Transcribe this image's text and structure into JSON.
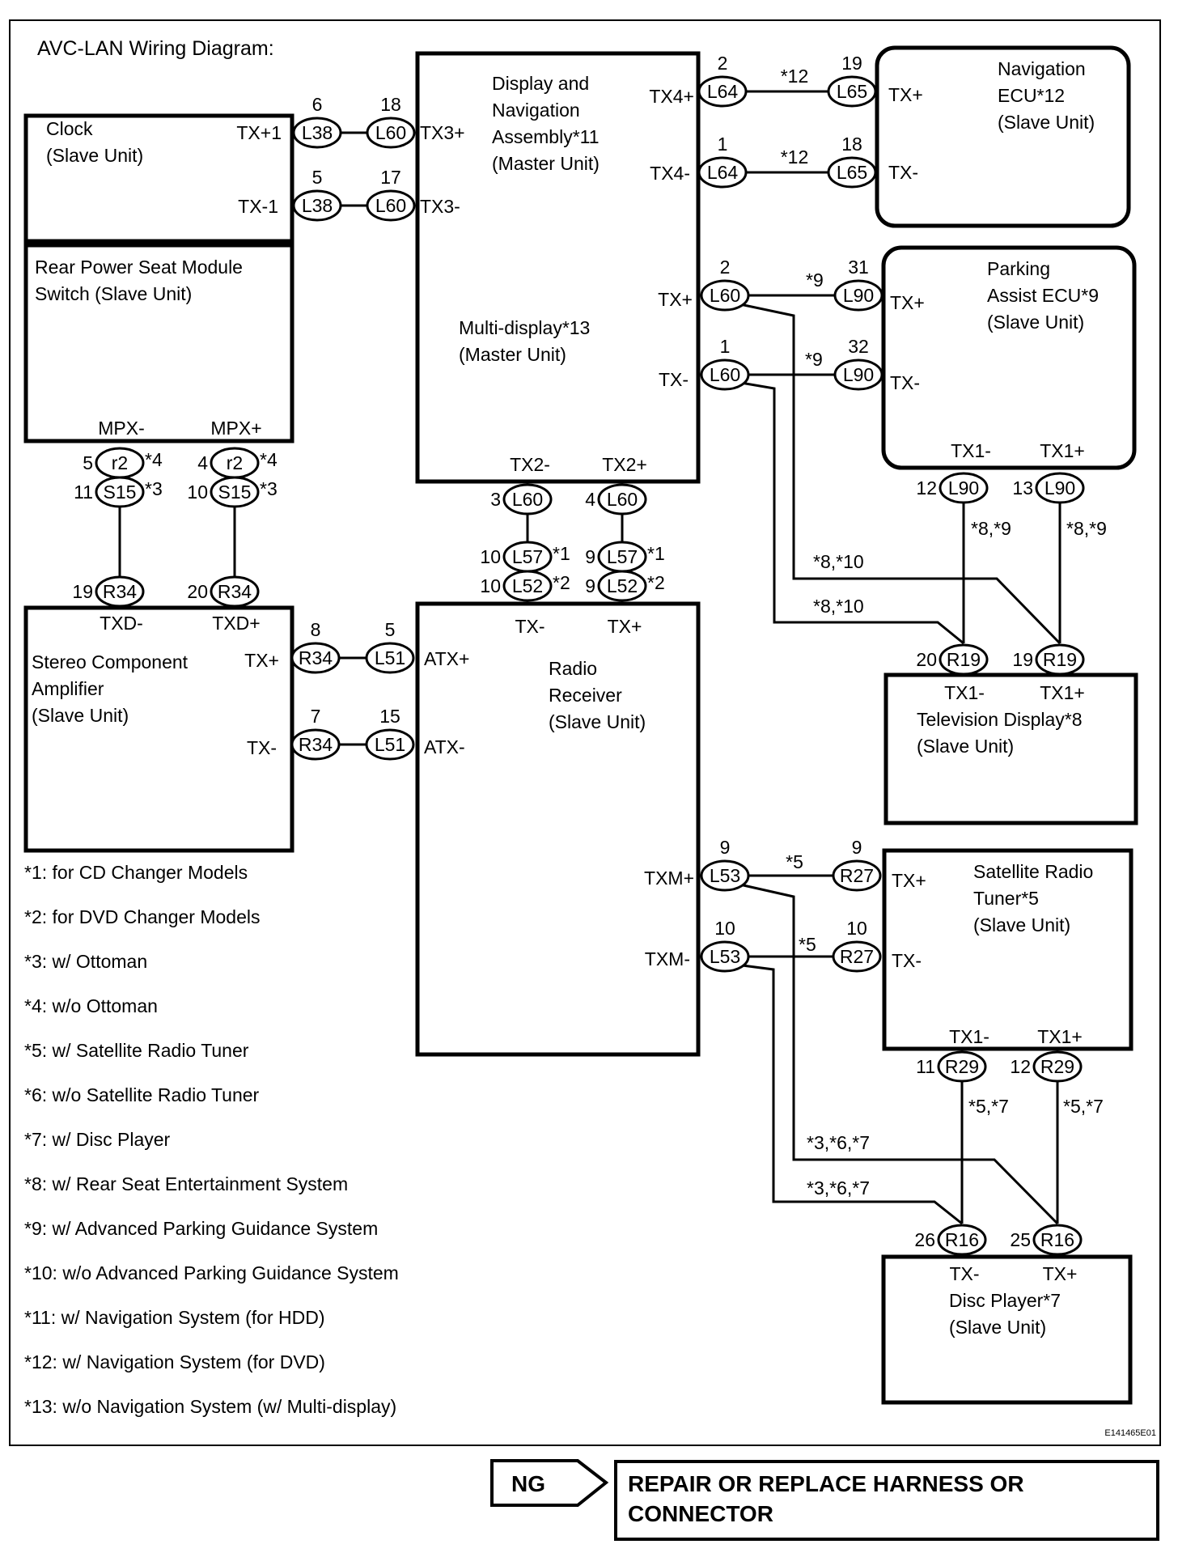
{
  "title": "AVC-LAN Wiring Diagram:",
  "image_code": "E141465E01",
  "units": {
    "clock": {
      "lines": [
        "Clock",
        "(Slave Unit)"
      ],
      "terminals": {
        "tx_plus": "TX+1",
        "tx_minus": "TX-1"
      }
    },
    "rear_seat": {
      "lines": [
        "Rear Power Seat Module",
        "Switch (Slave Unit)"
      ],
      "terminals": {
        "mpx_minus": "MPX-",
        "mpx_plus": "MPX+"
      }
    },
    "stereo_amp": {
      "lines": [
        "Stereo Component",
        "Amplifier",
        "(Slave Unit)"
      ],
      "terminals": {
        "txd_minus": "TXD-",
        "txd_plus": "TXD+",
        "tx_plus": "TX+",
        "tx_minus": "TX-"
      }
    },
    "master": {
      "lines_a": [
        "Display and",
        "Navigation",
        "Assembly*11",
        "(Master Unit)"
      ],
      "lines_b": [
        "Multi-display*13",
        "(Master Unit)"
      ],
      "terminals": {
        "tx3_plus": "TX3+",
        "tx3_minus": "TX3-",
        "tx4_plus": "TX4+",
        "tx4_minus": "TX4-",
        "tx_plus": "TX+",
        "tx_minus": "TX-",
        "tx2_minus": "TX2-",
        "tx2_plus": "TX2+"
      }
    },
    "radio": {
      "lines": [
        "Radio",
        "Receiver",
        "(Slave Unit)"
      ],
      "terminals": {
        "tx_minus": "TX-",
        "tx_plus": "TX+",
        "atx_plus": "ATX+",
        "atx_minus": "ATX-",
        "txm_plus": "TXM+",
        "txm_minus": "TXM-"
      }
    },
    "nav_ecu": {
      "lines": [
        "Navigation",
        "ECU*12",
        "(Slave Unit)"
      ],
      "terminals": {
        "tx_plus": "TX+",
        "tx_minus": "TX-"
      }
    },
    "parking": {
      "lines": [
        "Parking",
        "Assist ECU*9",
        "(Slave Unit)"
      ],
      "terminals": {
        "tx_plus": "TX+",
        "tx_minus": "TX-",
        "tx1_minus": "TX1-",
        "tx1_plus": "TX1+"
      }
    },
    "tv": {
      "lines": [
        "Television Display*8",
        "(Slave Unit)"
      ],
      "terminals": {
        "tx1_minus": "TX1-",
        "tx1_plus": "TX1+"
      }
    },
    "sat": {
      "lines": [
        "Satellite Radio",
        "Tuner*5",
        "(Slave Unit)"
      ],
      "terminals": {
        "tx_plus": "TX+",
        "tx_minus": "TX-",
        "tx1_minus": "TX1-",
        "tx1_plus": "TX1+"
      }
    },
    "disc": {
      "lines": [
        "Disc Player*7",
        "(Slave Unit)"
      ],
      "terminals": {
        "tx_minus": "TX-",
        "tx_plus": "TX+"
      }
    }
  },
  "connectors": {
    "clk_p_a": {
      "id": "L38",
      "pin": "6"
    },
    "clk_p_b": {
      "id": "L60",
      "pin": "18"
    },
    "clk_m_a": {
      "id": "L38",
      "pin": "5"
    },
    "clk_m_b": {
      "id": "L60",
      "pin": "17"
    },
    "nav_p_a": {
      "id": "L64",
      "pin": "2"
    },
    "nav_p_b": {
      "id": "L65",
      "pin": "19"
    },
    "nav_m_a": {
      "id": "L64",
      "pin": "1"
    },
    "nav_m_b": {
      "id": "L65",
      "pin": "18"
    },
    "pk_p_a": {
      "id": "L60",
      "pin": "2"
    },
    "pk_p_b": {
      "id": "L90",
      "pin": "31"
    },
    "pk_m_a": {
      "id": "L60",
      "pin": "1"
    },
    "pk_m_b": {
      "id": "L90",
      "pin": "32"
    },
    "pk_tx1m": {
      "id": "L90",
      "pin": "12"
    },
    "pk_tx1p": {
      "id": "L90",
      "pin": "13"
    },
    "rs_m_r2": {
      "id": "r2",
      "pin": "5",
      "note": "*4"
    },
    "rs_m_s15": {
      "id": "S15",
      "pin": "11",
      "note": "*3"
    },
    "rs_p_r2": {
      "id": "r2",
      "pin": "4",
      "note": "*4"
    },
    "rs_p_s15": {
      "id": "S15",
      "pin": "10",
      "note": "*3"
    },
    "amp_txdm": {
      "id": "R34",
      "pin": "19"
    },
    "amp_txdp": {
      "id": "R34",
      "pin": "20"
    },
    "m_tx2m": {
      "id": "L60",
      "pin": "3"
    },
    "m_tx2p": {
      "id": "L60",
      "pin": "4"
    },
    "r_l57m": {
      "id": "L57",
      "pin": "10",
      "note": "*1"
    },
    "r_l52m": {
      "id": "L52",
      "pin": "10",
      "note": "*2"
    },
    "r_l57p": {
      "id": "L57",
      "pin": "9",
      "note": "*1"
    },
    "r_l52p": {
      "id": "L52",
      "pin": "9",
      "note": "*2"
    },
    "amp_p_a": {
      "id": "R34",
      "pin": "8"
    },
    "amp_p_b": {
      "id": "L51",
      "pin": "5"
    },
    "amp_m_a": {
      "id": "R34",
      "pin": "7"
    },
    "amp_m_b": {
      "id": "L51",
      "pin": "15"
    },
    "tv_m": {
      "id": "R19",
      "pin": "20"
    },
    "tv_p": {
      "id": "R19",
      "pin": "19"
    },
    "sat_p_a": {
      "id": "L53",
      "pin": "9"
    },
    "sat_p_b": {
      "id": "R27",
      "pin": "9"
    },
    "sat_m_a": {
      "id": "L53",
      "pin": "10"
    },
    "sat_m_b": {
      "id": "R27",
      "pin": "10"
    },
    "sat_tx1m": {
      "id": "R29",
      "pin": "11"
    },
    "sat_tx1p": {
      "id": "R29",
      "pin": "12"
    },
    "disc_m": {
      "id": "R16",
      "pin": "26"
    },
    "disc_p": {
      "id": "R16",
      "pin": "25"
    }
  },
  "wire_notes": {
    "nav_p": "*12",
    "nav_m": "*12",
    "pk_p": "*9",
    "pk_m": "*9",
    "pk_tx1m": "*8,*9",
    "pk_tx1p": "*8,*9",
    "tv_p": "*8,*10",
    "tv_m": "*8,*10",
    "sat_p": "*5",
    "sat_m": "*5",
    "sat_tx1m": "*5,*7",
    "sat_tx1p": "*5,*7",
    "disc_p": "*3,*6,*7",
    "disc_m": "*3,*6,*7"
  },
  "footnotes": [
    "*1: for CD Changer Models",
    "*2: for DVD Changer Models",
    "*3: w/ Ottoman",
    "*4: w/o Ottoman",
    "*5: w/ Satellite Radio Tuner",
    "*6: w/o Satellite Radio Tuner",
    "*7: w/ Disc Player",
    "*8: w/ Rear Seat Entertainment System",
    "*9: w/ Advanced Parking Guidance System",
    "*10: w/o Advanced Parking Guidance System",
    "*11: w/ Navigation System (for HDD)",
    "*12: w/ Navigation System (for DVD)",
    "*13: w/o Navigation System (w/ Multi-display)"
  ],
  "result": {
    "tag": "NG",
    "action_lines": [
      "REPAIR OR REPLACE HARNESS OR",
      "CONNECTOR"
    ]
  }
}
